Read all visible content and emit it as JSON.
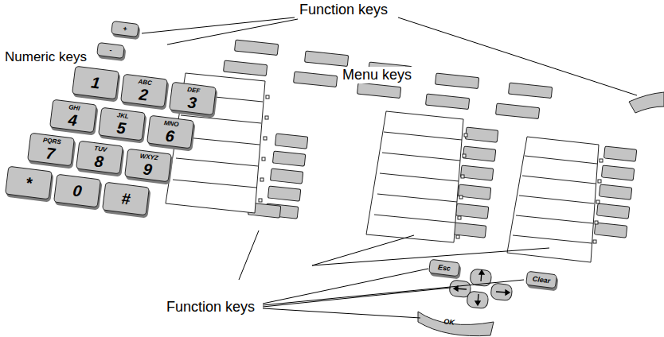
{
  "diagram": {
    "nodes": [
      {
        "text": [
          "+"
        ]
      },
      {
        "text": [
          "-"
        ]
      },
      {
        "text": [
          "1"
        ]
      },
      {
        "text": [
          "ABC",
          "2"
        ]
      },
      {
        "text": [
          "DEF",
          "3"
        ]
      },
      {
        "text": [
          "GHI",
          "4"
        ]
      },
      {
        "text": [
          "JKL",
          "5"
        ]
      },
      {
        "text": [
          "MNO",
          "6"
        ]
      },
      {
        "text": [
          "PQRS",
          "7"
        ]
      },
      {
        "text": [
          "TUV",
          "8"
        ]
      },
      {
        "text": [
          "WXYZ",
          "9"
        ]
      },
      {
        "text": [
          "*"
        ]
      },
      {
        "text": [
          "0"
        ]
      },
      {
        "text": [
          "#"
        ]
      },
      {
        "text": [
          "Esc"
        ]
      },
      {
        "text": [
          "Clear"
        ]
      },
      {
        "text": [
          "OK"
        ]
      }
    ],
    "labels": [
      "Function keys",
      "Menu keys",
      "Numeric keys",
      "Function keys"
    ]
  }
}
